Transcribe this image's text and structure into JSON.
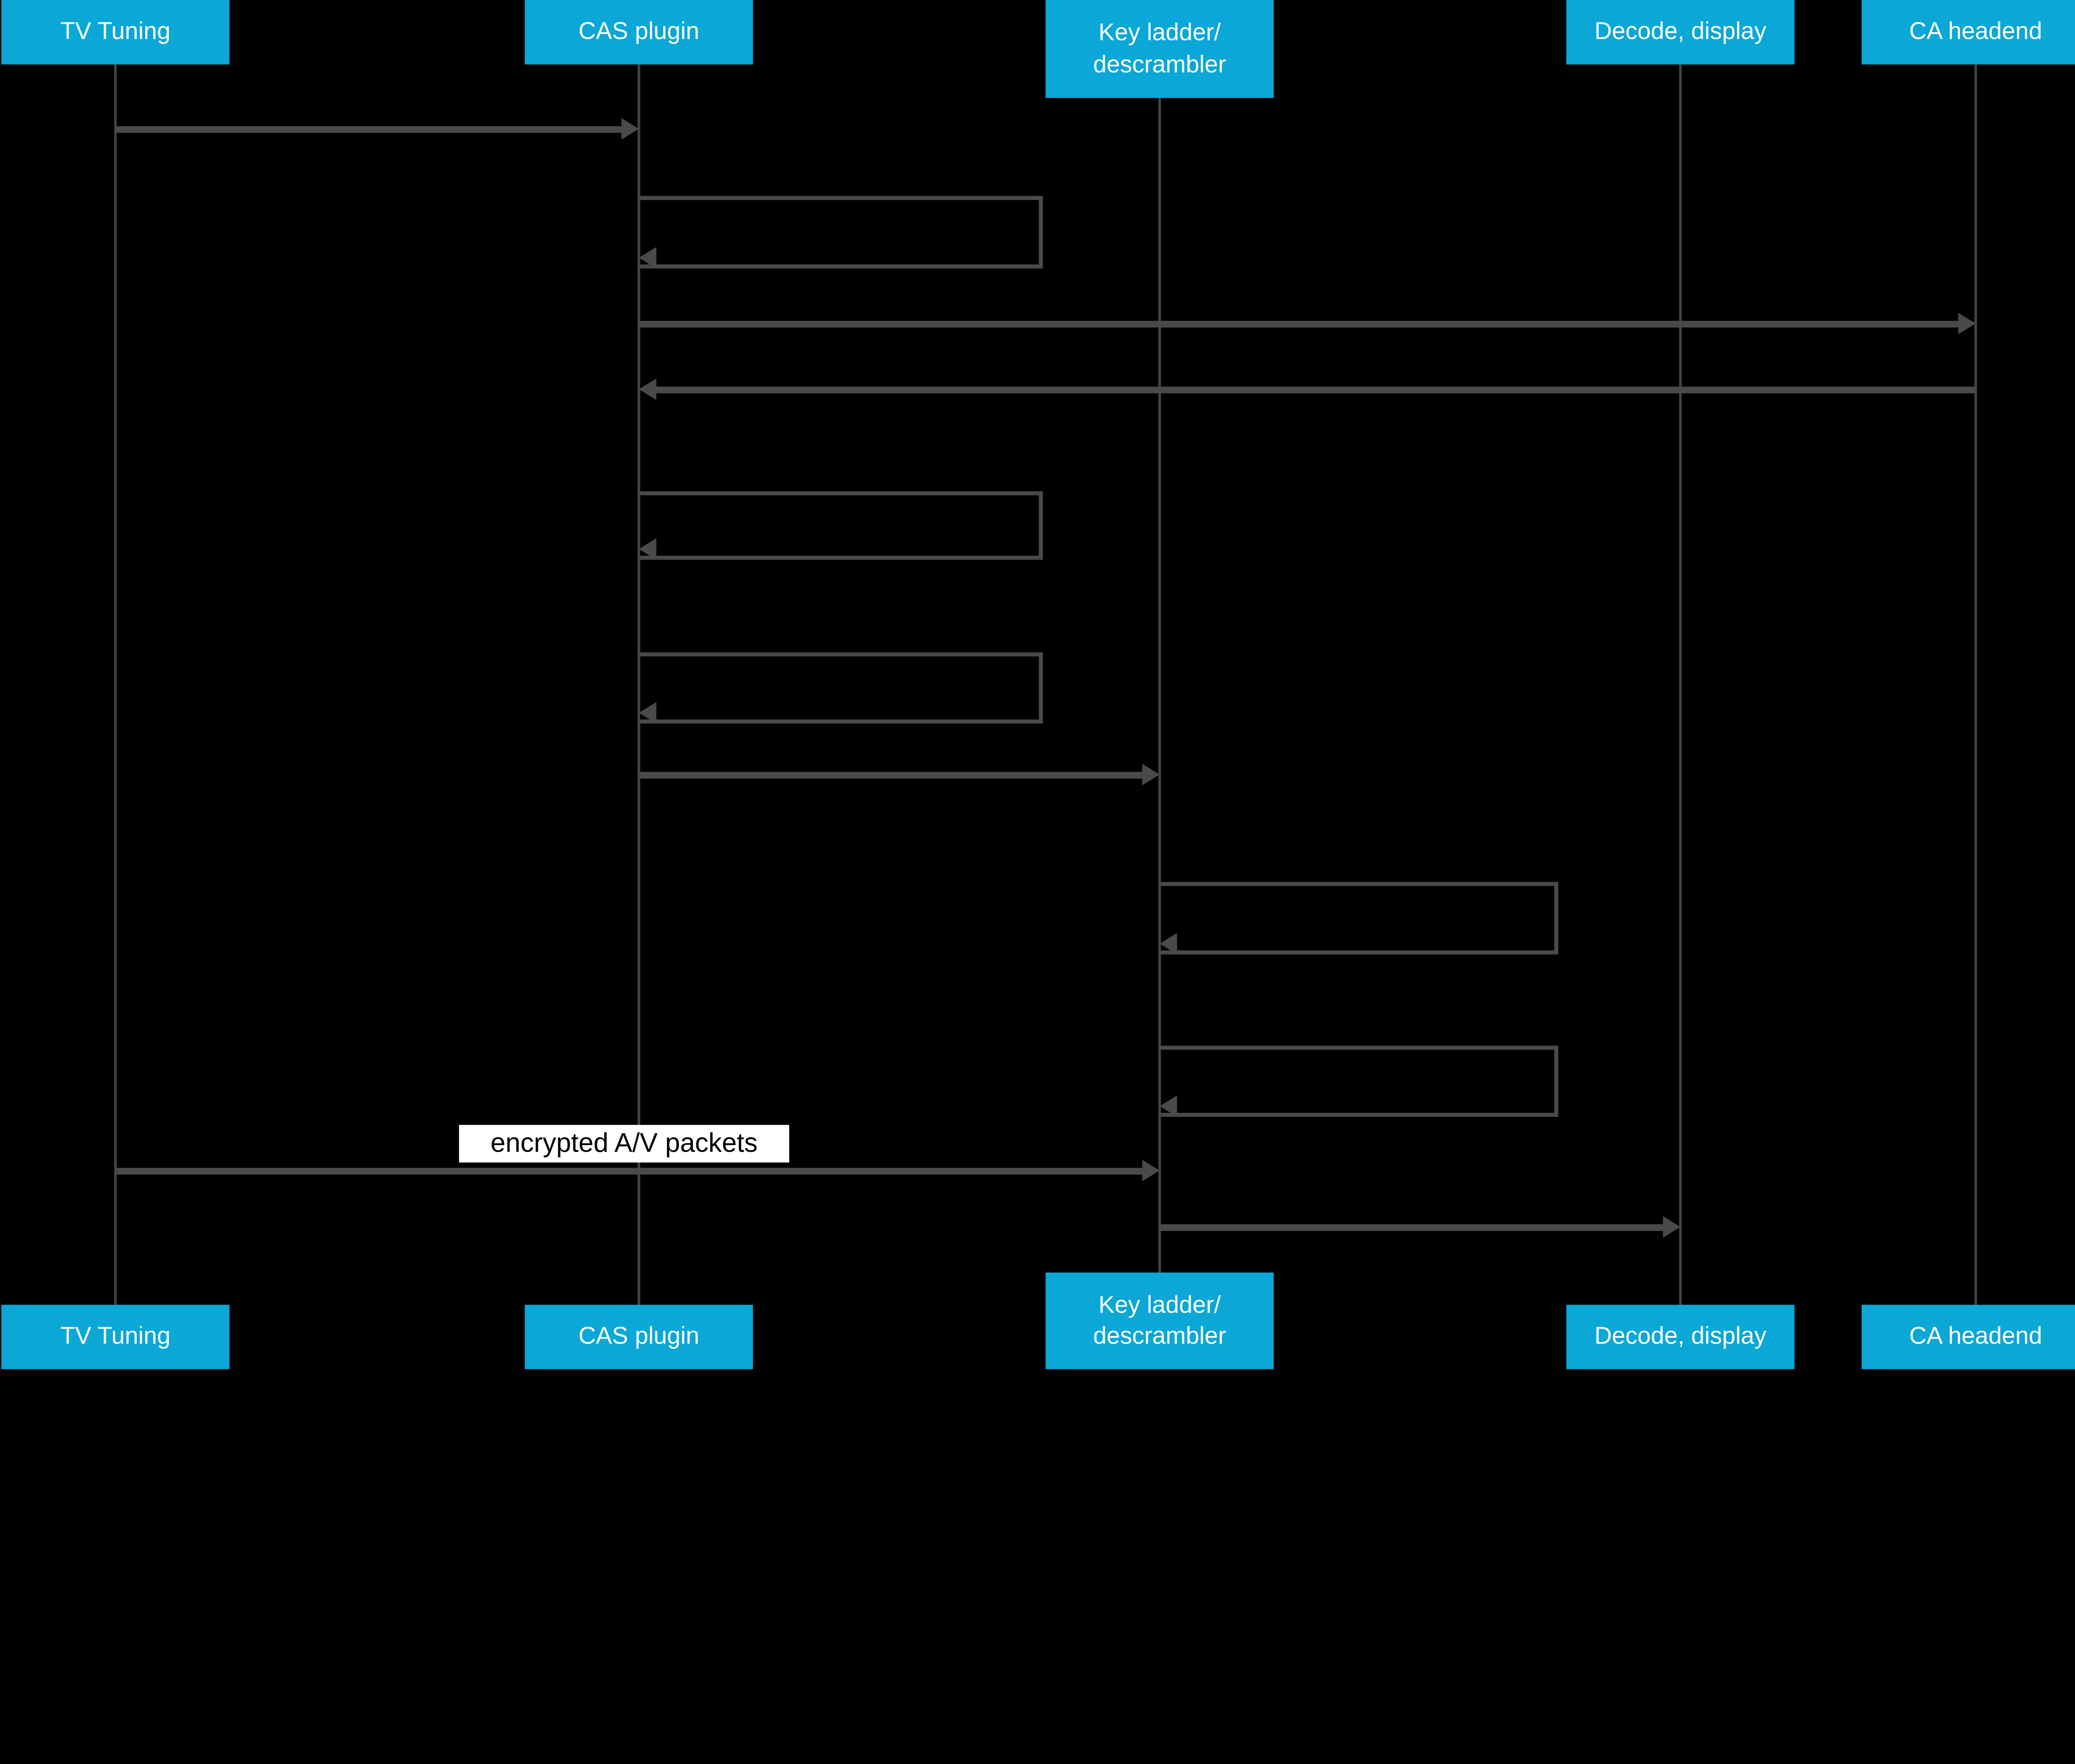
{
  "diagram": {
    "type": "sequence-diagram",
    "background_color": "#000000",
    "actor_fill_color": "#0ba7d6",
    "actor_text_color": "#ffffff",
    "line_color": "#4a4a4a",
    "lifeline_color": "#424242",
    "label_background": "#ffffff",
    "label_text_color": "#000000",
    "actors": [
      {
        "id": "tv",
        "label": "TV Tuning"
      },
      {
        "id": "cas",
        "label": "CAS plugin"
      },
      {
        "id": "key",
        "label": "Key ladder/\ndescrambler"
      },
      {
        "id": "decode",
        "label": "Decode, display"
      },
      {
        "id": "ca",
        "label": "CA headend"
      }
    ],
    "messages": [
      {
        "index": 1,
        "from": "TV Tuning",
        "to": "CAS plugin",
        "kind": "arrow-right",
        "label": ""
      },
      {
        "index": 2,
        "from": "CAS plugin",
        "to": "CAS plugin",
        "kind": "self-loop",
        "label": ""
      },
      {
        "index": 3,
        "from": "CAS plugin",
        "to": "CA headend",
        "kind": "arrow-right",
        "label": ""
      },
      {
        "index": 4,
        "from": "CA headend",
        "to": "CAS plugin",
        "kind": "arrow-left",
        "label": ""
      },
      {
        "index": 5,
        "from": "CAS plugin",
        "to": "CAS plugin",
        "kind": "self-loop",
        "label": ""
      },
      {
        "index": 6,
        "from": "CAS plugin",
        "to": "CAS plugin",
        "kind": "self-loop",
        "label": ""
      },
      {
        "index": 7,
        "from": "CAS plugin",
        "to": "Key ladder/descrambler",
        "kind": "arrow-right",
        "label": ""
      },
      {
        "index": 8,
        "from": "Key ladder/descrambler",
        "to": "Key ladder/descrambler",
        "kind": "self-loop",
        "label": ""
      },
      {
        "index": 9,
        "from": "Key ladder/descrambler",
        "to": "Key ladder/descrambler",
        "kind": "self-loop",
        "label": ""
      },
      {
        "index": 10,
        "from": "TV Tuning",
        "to": "Key ladder/descrambler",
        "kind": "arrow-right",
        "label": "encrypted A/V packets"
      },
      {
        "index": 11,
        "from": "Key ladder/descrambler",
        "to": "Decode, display",
        "kind": "arrow-right",
        "label": ""
      }
    ]
  }
}
